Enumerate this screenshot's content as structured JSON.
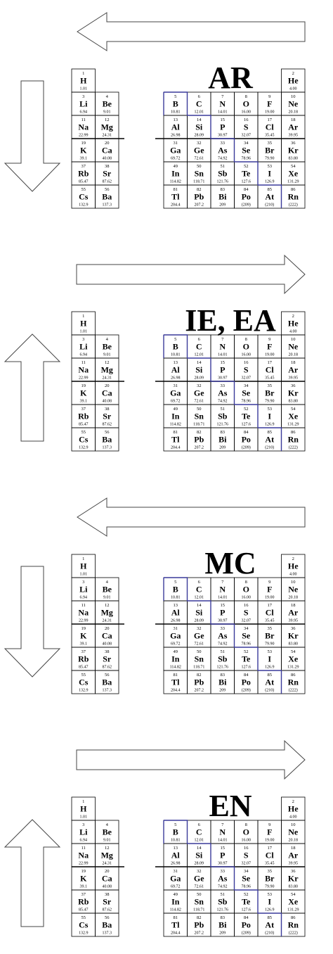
{
  "panels": [
    {
      "title": "AR",
      "horiz_arrow": "left",
      "vert_arrow": "down"
    },
    {
      "title": "IE, EA",
      "horiz_arrow": "right",
      "vert_arrow": "up"
    },
    {
      "title": "MC",
      "horiz_arrow": "left",
      "vert_arrow": "down"
    },
    {
      "title": "EN",
      "horiz_arrow": "right",
      "vert_arrow": "up"
    }
  ],
  "left_elements": [
    [
      {
        "n": "1",
        "s": "H",
        "m": "1.01"
      }
    ],
    [
      {
        "n": "3",
        "s": "Li",
        "m": "6.94"
      },
      {
        "n": "4",
        "s": "Be",
        "m": "9.01"
      }
    ],
    [
      {
        "n": "11",
        "s": "Na",
        "m": "22.99"
      },
      {
        "n": "12",
        "s": "Mg",
        "m": "24.31"
      }
    ],
    [
      {
        "n": "19",
        "s": "K",
        "m": "39.1"
      },
      {
        "n": "20",
        "s": "Ca",
        "m": "40.08"
      }
    ],
    [
      {
        "n": "37",
        "s": "Rb",
        "m": "85.47"
      },
      {
        "n": "38",
        "s": "Sr",
        "m": "87.62"
      }
    ],
    [
      {
        "n": "55",
        "s": "Cs",
        "m": "132.9"
      },
      {
        "n": "56",
        "s": "Ba",
        "m": "137.3"
      }
    ]
  ],
  "he": {
    "n": "2",
    "s": "He",
    "m": "4.00"
  },
  "right_elements": [
    [
      {
        "n": "5",
        "s": "B",
        "m": "10.81"
      },
      {
        "n": "6",
        "s": "C",
        "m": "12.01"
      },
      {
        "n": "7",
        "s": "N",
        "m": "14.01"
      },
      {
        "n": "8",
        "s": "O",
        "m": "16.00"
      },
      {
        "n": "9",
        "s": "F",
        "m": "19.00"
      },
      {
        "n": "10",
        "s": "Ne",
        "m": "20.18"
      }
    ],
    [
      {
        "n": "13",
        "s": "Al",
        "m": "26.98"
      },
      {
        "n": "14",
        "s": "Si",
        "m": "28.09"
      },
      {
        "n": "15",
        "s": "P",
        "m": "30.97"
      },
      {
        "n": "16",
        "s": "S",
        "m": "32.07"
      },
      {
        "n": "17",
        "s": "Cl",
        "m": "35.45"
      },
      {
        "n": "18",
        "s": "Ar",
        "m": "39.95"
      }
    ],
    [
      {
        "n": "31",
        "s": "Ga",
        "m": "69.72"
      },
      {
        "n": "32",
        "s": "Ge",
        "m": "72.61"
      },
      {
        "n": "33",
        "s": "As",
        "m": "74.92"
      },
      {
        "n": "34",
        "s": "Se",
        "m": "78.96"
      },
      {
        "n": "35",
        "s": "Br",
        "m": "79.90"
      },
      {
        "n": "36",
        "s": "Kr",
        "m": "83.80"
      }
    ],
    [
      {
        "n": "49",
        "s": "In",
        "m": "114.82"
      },
      {
        "n": "50",
        "s": "Sn",
        "m": "118.71"
      },
      {
        "n": "51",
        "s": "Sb",
        "m": "121.76"
      },
      {
        "n": "52",
        "s": "Te",
        "m": "127.6"
      },
      {
        "n": "53",
        "s": "I",
        "m": "126.9"
      },
      {
        "n": "54",
        "s": "Xe",
        "m": "131.29"
      }
    ],
    [
      {
        "n": "81",
        "s": "Tl",
        "m": "204.4"
      },
      {
        "n": "82",
        "s": "Pb",
        "m": "207.2"
      },
      {
        "n": "83",
        "s": "Bi",
        "m": "209"
      },
      {
        "n": "84",
        "s": "Po",
        "m": "(209)"
      },
      {
        "n": "85",
        "s": "At",
        "m": "(210)"
      },
      {
        "n": "86",
        "s": "Rn",
        "m": "(222)"
      }
    ]
  ],
  "colors": {
    "line": "#000000",
    "staircase": "#3a3a9a",
    "background": "#ffffff"
  }
}
